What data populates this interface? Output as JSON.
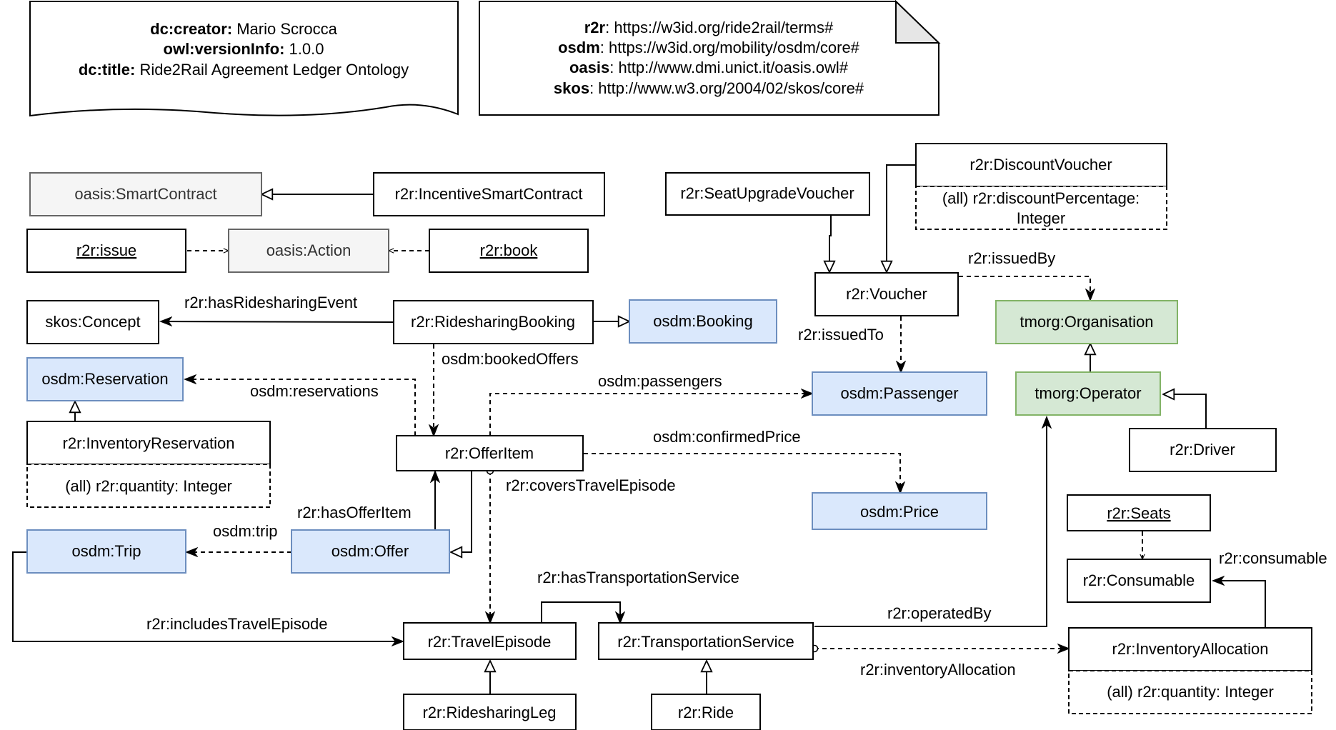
{
  "metadata_note": {
    "rows": [
      {
        "key": "dc:creator:",
        "value": "Mario Scrocca"
      },
      {
        "key": "owl:versionInfo:",
        "value": "1.0.0"
      },
      {
        "key": "dc:title:",
        "value": "Ride2Rail Agreement Ledger Ontology"
      }
    ]
  },
  "prefix_note": {
    "rows": [
      {
        "key": "r2r",
        "value": ": https://w3id.org/ride2rail/terms#"
      },
      {
        "key": "osdm",
        "value": ": https://w3id.org/mobility/osdm/core#"
      },
      {
        "key": "oasis",
        "value": ": http://www.dmi.unict.it/oasis.owl#"
      },
      {
        "key": "skos",
        "value": ": http://www.w3.org/2004/02/skos/core#"
      }
    ]
  },
  "nodes": {
    "smart_contract": "oasis:SmartContract",
    "incentive_smart_contract": "r2r:IncentiveSmartContract",
    "issue": "r2r:issue",
    "action": "oasis:Action",
    "book": "r2r:book",
    "skos_concept": "skos:Concept",
    "ridesharing_booking": "r2r:RidesharingBooking",
    "osdm_booking": "osdm:Booking",
    "osdm_reservation": "osdm:Reservation",
    "inventory_reservation": "r2r:InventoryReservation",
    "inventory_reservation_attr": "(all) r2r:quantity: Integer",
    "offer_item": "r2r:OfferItem",
    "osdm_offer": "osdm:Offer",
    "osdm_trip": "osdm:Trip",
    "travel_episode": "r2r:TravelEpisode",
    "ridesharing_leg": "r2r:RidesharingLeg",
    "transportation_service": "r2r:TransportationService",
    "ride": "r2r:Ride",
    "seat_upgrade_voucher": "r2r:SeatUpgradeVoucher",
    "discount_voucher": "r2r:DiscountVoucher",
    "discount_voucher_attr_1": "(all) r2r:discountPercentage:",
    "discount_voucher_attr_2": "Integer",
    "voucher": "r2r:Voucher",
    "osdm_passenger": "osdm:Passenger",
    "osdm_price": "osdm:Price",
    "organisation": "tmorg:Organisation",
    "operator": "tmorg:Operator",
    "driver": "r2r:Driver",
    "seats": "r2r:Seats",
    "consumable": "r2r:Consumable",
    "inventory_allocation": "r2r:InventoryAllocation",
    "inventory_allocation_attr": "(all) r2r:quantity: Integer"
  },
  "edge_labels": {
    "has_ridesharing_event": "r2r:hasRidesharingEvent",
    "booked_offers": "osdm:bookedOffers",
    "reservations": "osdm:reservations",
    "passengers": "osdm:passengers",
    "confirmed_price": "osdm:confirmedPrice",
    "covers_travel_episode": "r2r:coversTravelEpisode",
    "has_offer_item": "r2r:hasOfferItem",
    "trip": "osdm:trip",
    "includes_travel_episode": "r2r:includesTravelEpisode",
    "has_transportation_service": "r2r:hasTransportationService",
    "operated_by": "r2r:operatedBy",
    "inventory_allocation": "r2r:inventoryAllocation",
    "issued_by": "r2r:issuedBy",
    "issued_to": "r2r:issuedTo",
    "consumable": "r2r:consumable"
  },
  "colors": {
    "external_class_fill": "#f5f5f5",
    "osdm_class_fill": "#dae8fc",
    "tmorg_class_fill": "#d5e8d4"
  }
}
